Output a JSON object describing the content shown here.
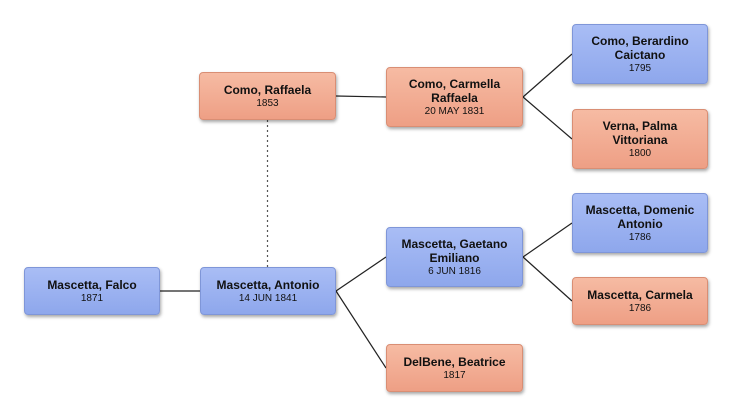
{
  "colors": {
    "male": "#9db2f2",
    "female": "#f2ad93",
    "line": "#222222"
  },
  "people": [
    {
      "id": "falco",
      "name": "Mascetta, Falco",
      "date": "1871",
      "gender": "male"
    },
    {
      "id": "antonio",
      "name": "Mascetta, Antonio",
      "date": "14 JUN 1841",
      "gender": "male"
    },
    {
      "id": "raffaela",
      "name": "Como, Raffaela",
      "date": "1853",
      "gender": "female"
    },
    {
      "id": "carmella",
      "name": "Como, Carmella Raffaela",
      "date": "20 MAY 1831",
      "gender": "female"
    },
    {
      "id": "berardino",
      "name": "Como, Berardino Caictano",
      "date": "1795",
      "gender": "male"
    },
    {
      "id": "palma",
      "name": "Verna, Palma Vittoriana",
      "date": "1800",
      "gender": "female"
    },
    {
      "id": "gaetano",
      "name": "Mascetta, Gaetano Emiliano",
      "date": "6 JUN 1816",
      "gender": "male"
    },
    {
      "id": "domenic",
      "name": "Mascetta, Domenic Antonio",
      "date": "1786",
      "gender": "male"
    },
    {
      "id": "carmela",
      "name": "Mascetta, Carmela",
      "date": "1786",
      "gender": "female"
    },
    {
      "id": "beatrice",
      "name": "DelBene, Beatrice",
      "date": "1817",
      "gender": "female"
    }
  ],
  "links": [
    {
      "from": "falco",
      "to": "antonio",
      "style": "solid"
    },
    {
      "from": "antonio",
      "to": "gaetano",
      "style": "solid"
    },
    {
      "from": "antonio",
      "to": "beatrice",
      "style": "solid"
    },
    {
      "from": "gaetano",
      "to": "domenic",
      "style": "solid"
    },
    {
      "from": "gaetano",
      "to": "carmela",
      "style": "solid"
    },
    {
      "from": "raffaela",
      "to": "carmella",
      "style": "solid"
    },
    {
      "from": "carmella",
      "to": "berardino",
      "style": "solid"
    },
    {
      "from": "carmella",
      "to": "palma",
      "style": "solid"
    },
    {
      "from": "raffaela",
      "to": "antonio",
      "style": "dashed"
    }
  ]
}
